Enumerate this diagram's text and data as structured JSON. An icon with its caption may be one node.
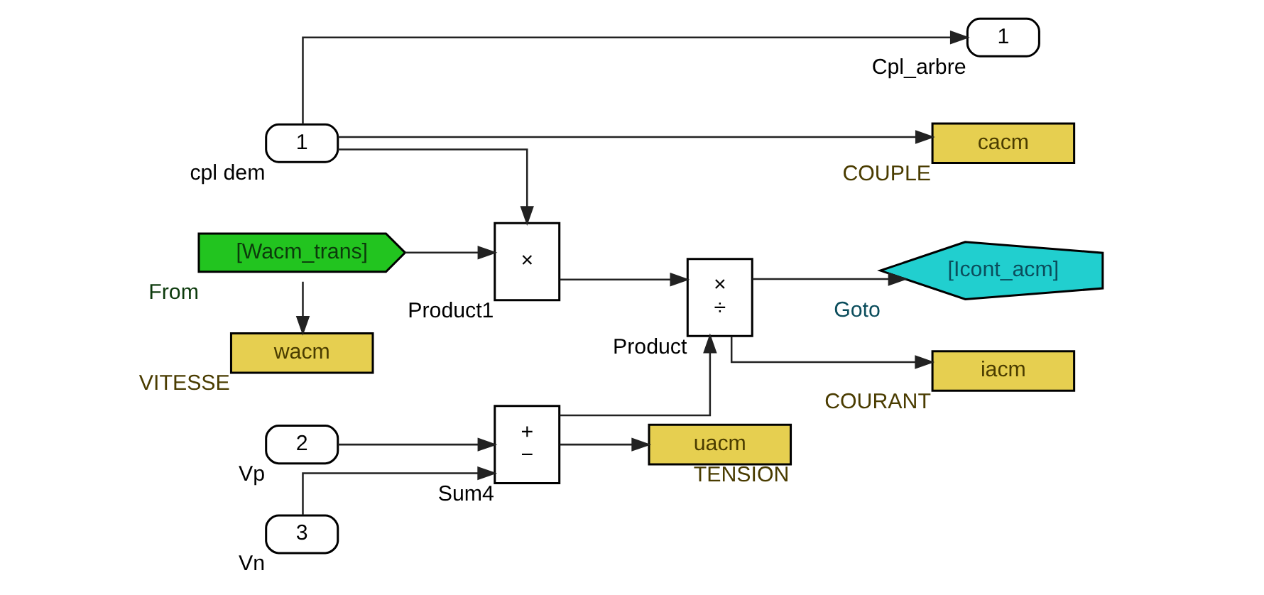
{
  "diagram": {
    "nodes": [
      {
        "text": [
          "1"
        ],
        "beside": [
          "cpl dem"
        ]
      },
      {
        "text": [
          "1"
        ],
        "beside": [
          "Cpl_arbre"
        ]
      },
      {
        "text": [
          "cacm"
        ],
        "beside": [
          "COUPLE"
        ]
      },
      {
        "text": [
          "×"
        ],
        "beside": [
          "Product1"
        ]
      },
      {
        "text": [
          "wacm"
        ],
        "beside": [
          "VITESSE"
        ]
      },
      {
        "text": [
          "[Wacm_trans]"
        ],
        "beside": [
          "From"
        ]
      },
      {
        "text": [
          "×",
          "÷"
        ],
        "beside": [
          "Product"
        ]
      },
      {
        "text": [
          "[Icont_acm]"
        ],
        "beside": [
          "Goto"
        ]
      },
      {
        "text": [
          "iacm"
        ],
        "beside": [
          "COURANT"
        ]
      },
      {
        "text": [
          "2"
        ],
        "beside": [
          "Vp"
        ]
      },
      {
        "text": [
          "+",
          "−"
        ],
        "beside": [
          "Sum4"
        ]
      },
      {
        "text": [
          "uacm"
        ],
        "beside": [
          "TENSION"
        ]
      },
      {
        "text": [
          "3"
        ],
        "beside": [
          "Vn"
        ]
      }
    ],
    "edges": [
      {
        "from": 0,
        "to": 1,
        "arrow": "to"
      },
      {
        "from": 0,
        "to": 2,
        "arrow": "to"
      },
      {
        "from": 0,
        "to": 3,
        "arrow": "to"
      },
      {
        "from": 5,
        "to": 4,
        "arrow": "to"
      },
      {
        "from": 5,
        "to": 3,
        "arrow": "to"
      },
      {
        "from": 3,
        "to": 6,
        "arrow": "to"
      },
      {
        "from": 10,
        "to": 6,
        "arrow": "to"
      },
      {
        "from": 6,
        "to": 7,
        "arrow": "to"
      },
      {
        "from": 6,
        "to": 8,
        "arrow": "to"
      },
      {
        "from": 9,
        "to": 10,
        "arrow": "to"
      },
      {
        "from": 12,
        "to": 10,
        "arrow": "to"
      },
      {
        "from": 10,
        "to": 11,
        "arrow": "to"
      }
    ]
  }
}
